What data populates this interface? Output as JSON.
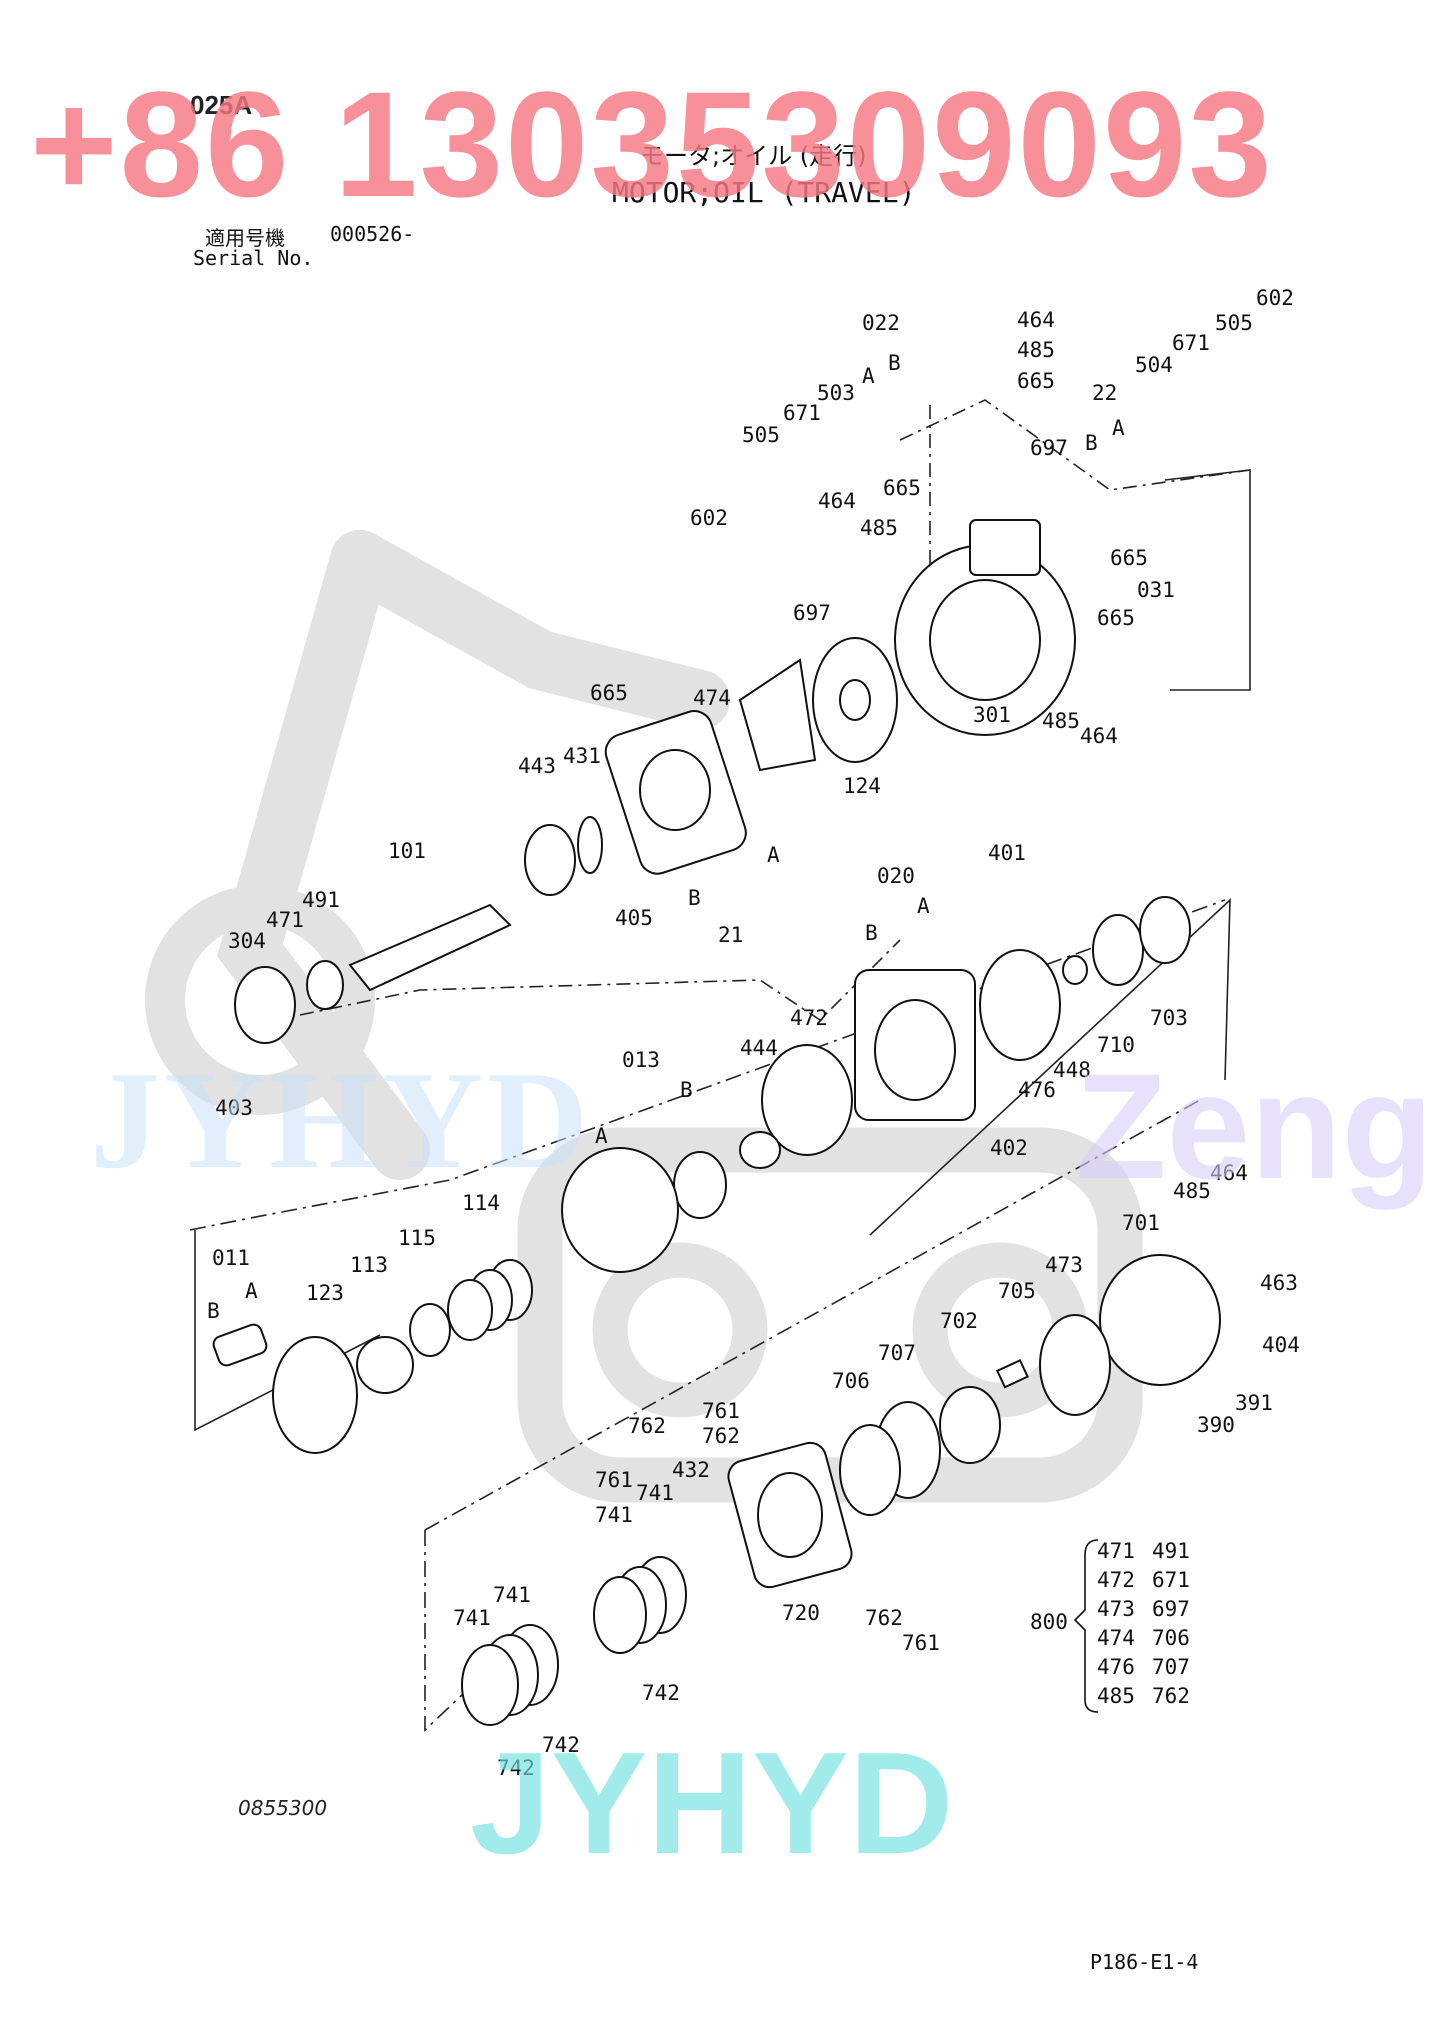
{
  "header": {
    "page_code": "025A",
    "title_jp": "モータ;オイル (走行)",
    "title_en": "MOTOR;OIL (TRAVEL)",
    "serial_label_jp": "適用号機",
    "serial_value": "000526-",
    "serial_label_en": "Serial No."
  },
  "footer": {
    "drawing_no": "0855300",
    "page_no": "P186-E1-4"
  },
  "watermarks": {
    "phone": "+86 13035309093",
    "brand": "JYHYD",
    "faint_left": "JYHYD",
    "faint_right": "Zeng"
  },
  "kit": {
    "label": "800",
    "col1": [
      "471",
      "472",
      "473",
      "474",
      "476",
      "485"
    ],
    "col2": [
      "491",
      "671",
      "697",
      "706",
      "707",
      "762"
    ]
  },
  "part_labels": [
    {
      "text": "022"
    },
    {
      "text": "A"
    },
    {
      "text": "B"
    },
    {
      "text": "464"
    },
    {
      "text": "485"
    },
    {
      "text": "665"
    },
    {
      "text": "602"
    },
    {
      "text": "505"
    },
    {
      "text": "671"
    },
    {
      "text": "504"
    },
    {
      "text": "22"
    },
    {
      "text": "B"
    },
    {
      "text": "A"
    },
    {
      "text": "503"
    },
    {
      "text": "671"
    },
    {
      "text": "505"
    },
    {
      "text": "602"
    },
    {
      "text": "697"
    },
    {
      "text": "665"
    },
    {
      "text": "464"
    },
    {
      "text": "485"
    },
    {
      "text": "665"
    },
    {
      "text": "031"
    },
    {
      "text": "697"
    },
    {
      "text": "665"
    },
    {
      "text": "301"
    },
    {
      "text": "485"
    },
    {
      "text": "464"
    },
    {
      "text": "665"
    },
    {
      "text": "474"
    },
    {
      "text": "124"
    },
    {
      "text": "443"
    },
    {
      "text": "431"
    },
    {
      "text": "A"
    },
    {
      "text": "405"
    },
    {
      "text": "B"
    },
    {
      "text": "21"
    },
    {
      "text": "101"
    },
    {
      "text": "491"
    },
    {
      "text": "471"
    },
    {
      "text": "304"
    },
    {
      "text": "403"
    },
    {
      "text": "401"
    },
    {
      "text": "020"
    },
    {
      "text": "A"
    },
    {
      "text": "B"
    },
    {
      "text": "703"
    },
    {
      "text": "710"
    },
    {
      "text": "448"
    },
    {
      "text": "476"
    },
    {
      "text": "402"
    },
    {
      "text": "472"
    },
    {
      "text": "444"
    },
    {
      "text": "013"
    },
    {
      "text": "B"
    },
    {
      "text": "A"
    },
    {
      "text": "114"
    },
    {
      "text": "115"
    },
    {
      "text": "011"
    },
    {
      "text": "B"
    },
    {
      "text": "A"
    },
    {
      "text": "123"
    },
    {
      "text": "113"
    },
    {
      "text": "464"
    },
    {
      "text": "485"
    },
    {
      "text": "701"
    },
    {
      "text": "463"
    },
    {
      "text": "473"
    },
    {
      "text": "705"
    },
    {
      "text": "404"
    },
    {
      "text": "702"
    },
    {
      "text": "391"
    },
    {
      "text": "390"
    },
    {
      "text": "707"
    },
    {
      "text": "706"
    },
    {
      "text": "761"
    },
    {
      "text": "762"
    },
    {
      "text": "762"
    },
    {
      "text": "761"
    },
    {
      "text": "432"
    },
    {
      "text": "741"
    },
    {
      "text": "741"
    },
    {
      "text": "720"
    },
    {
      "text": "762"
    },
    {
      "text": "761"
    },
    {
      "text": "742"
    },
    {
      "text": "741"
    },
    {
      "text": "741"
    },
    {
      "text": "742"
    },
    {
      "text": "742"
    }
  ]
}
